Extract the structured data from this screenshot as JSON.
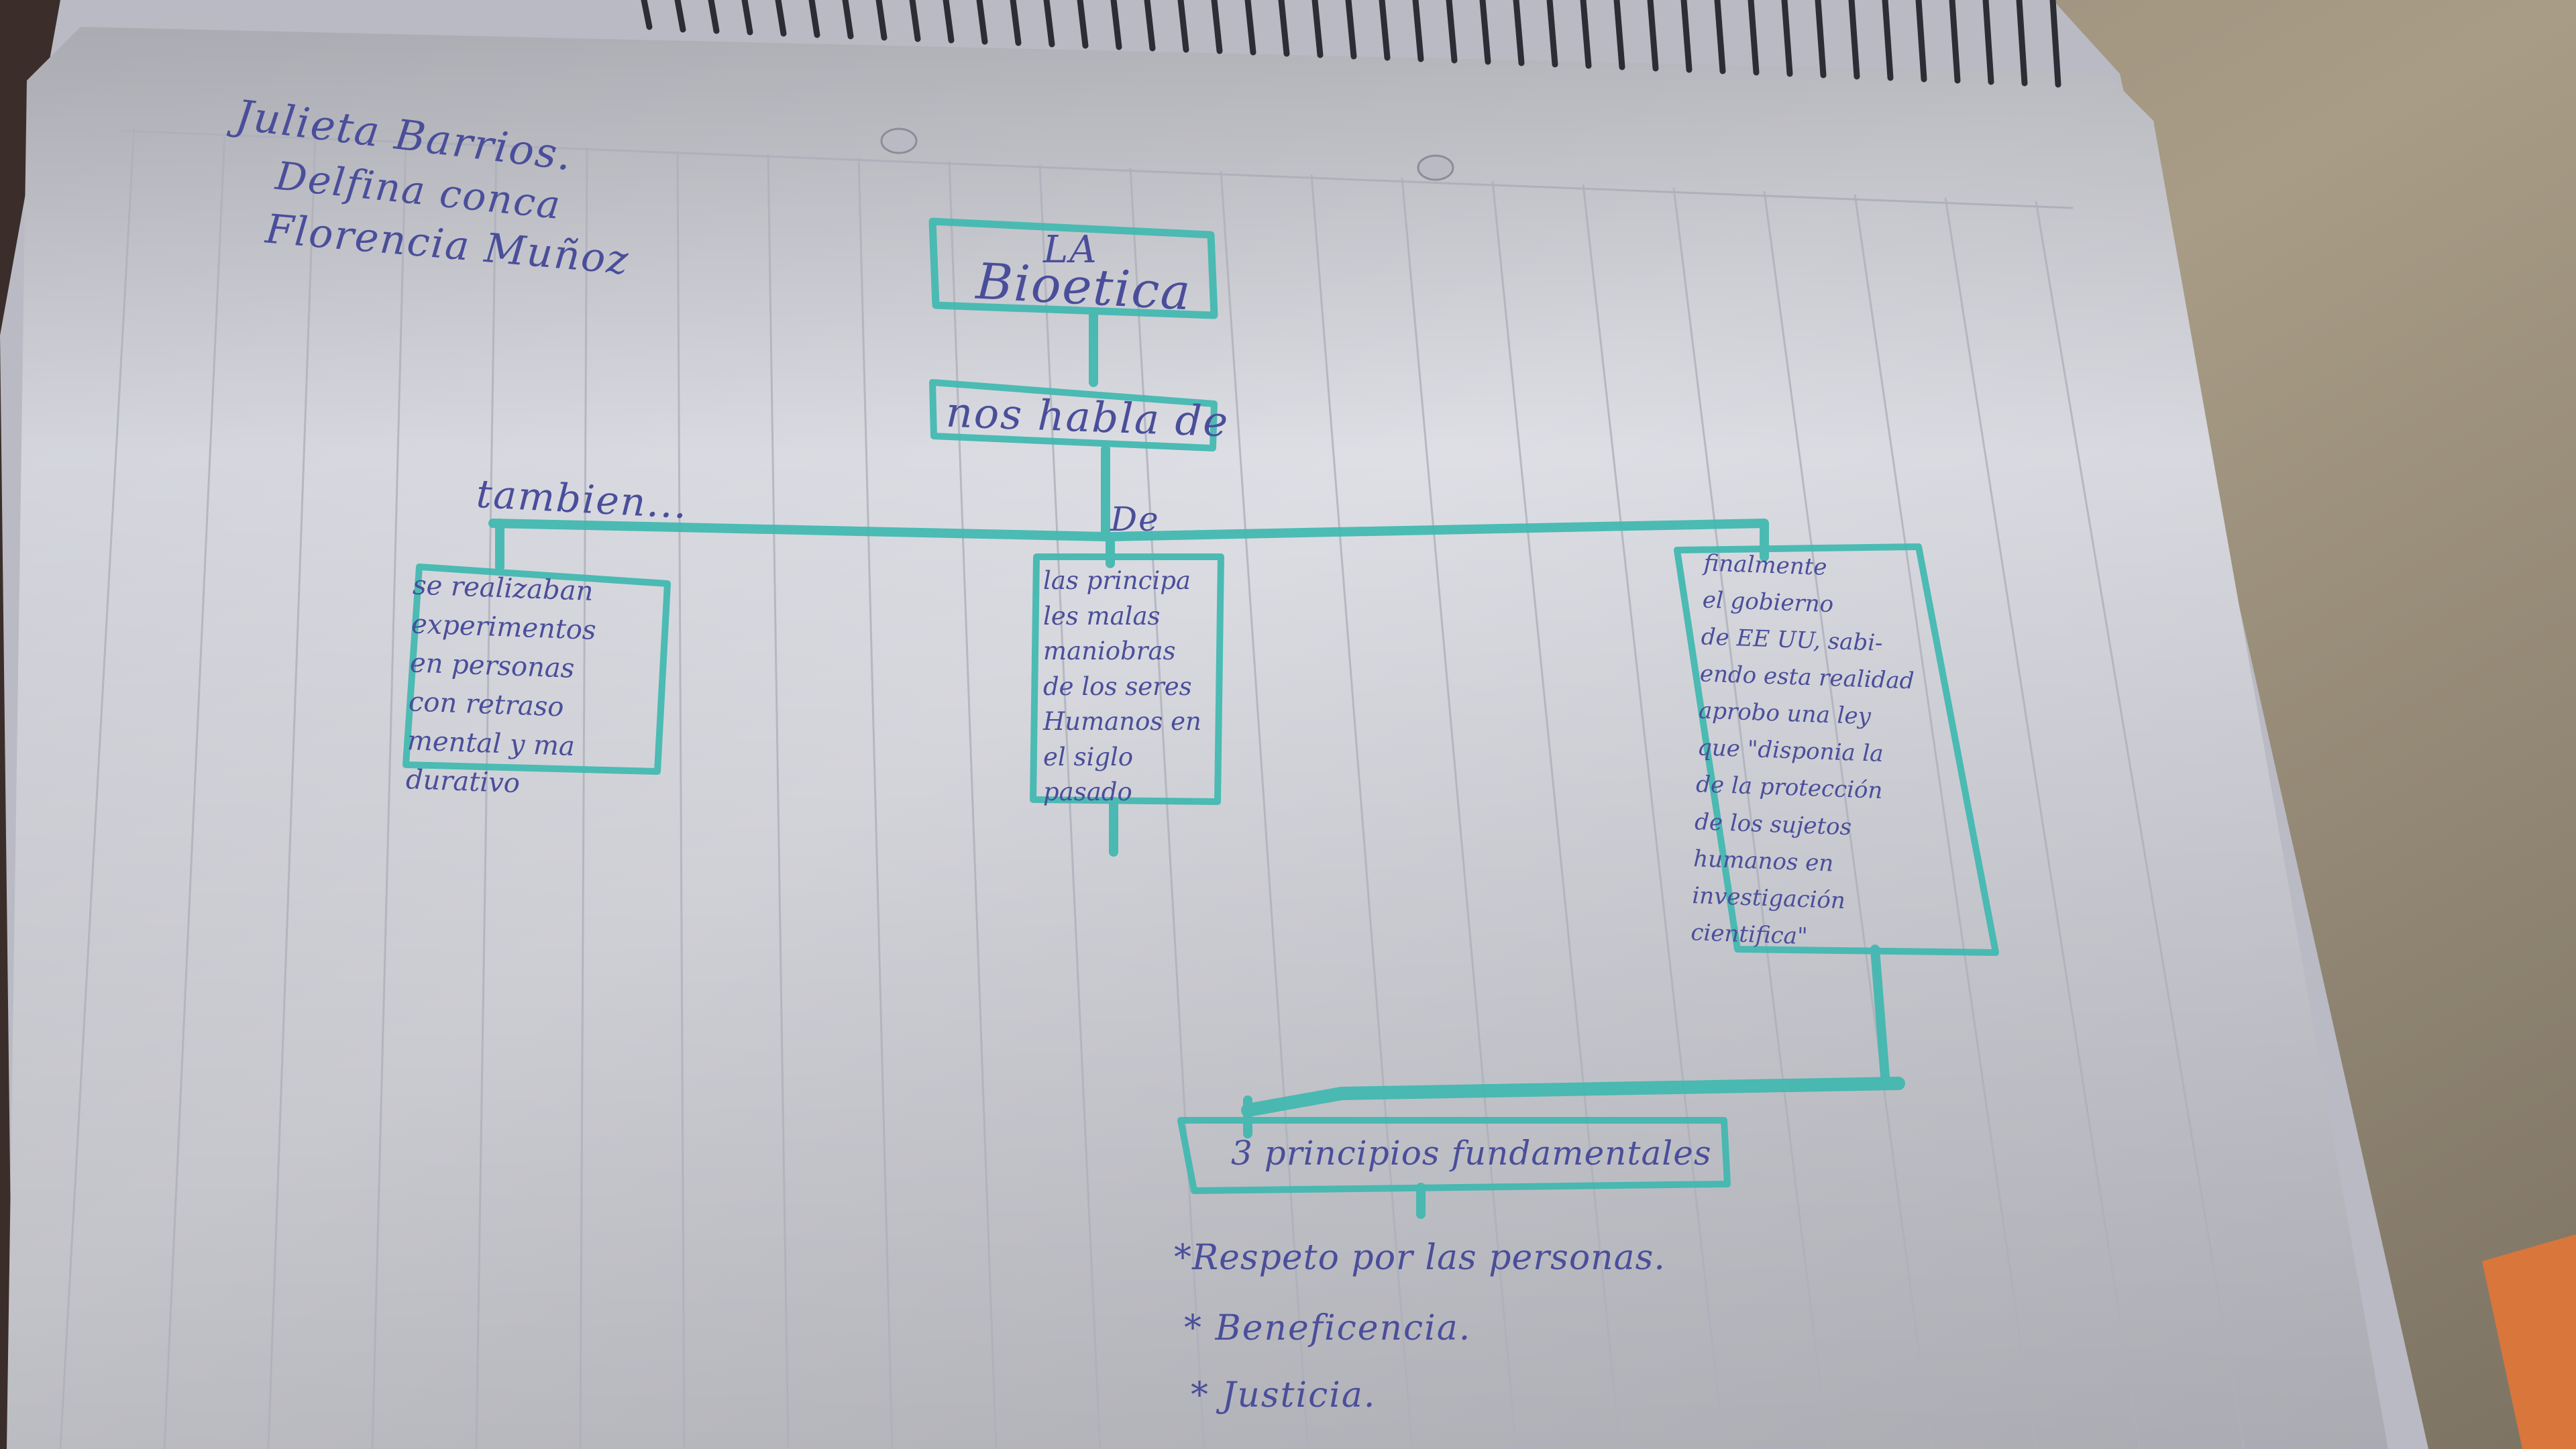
{
  "authors": [
    "Julieta Barrios.",
    "Delfina conca",
    "Florencia Muñoz"
  ],
  "title": {
    "line1": "LA",
    "line2": "Bioetica"
  },
  "subtitle": "nos habla de",
  "connectors": {
    "left": "tambien...",
    "middle": "De"
  },
  "boxes": {
    "left": "se realizaban\nexperimentos\nen personas\ncon retraso\nmental y ma\ndurativo",
    "middle": "las principa\nles malas\nmaniobras\nde los seres\nHumanos en\nel siglo\npasado",
    "right": "finalmente\nel gobierno\nde EE UU, sabi-\nendo esta realidad\naprobo una ley\nque \"disponia la\nde la protección\nde los sujetos\nhumanos en\ninvestigación\ncientifica\""
  },
  "principles_title": "3 principios fundamentales",
  "principles": [
    "*Respeto por las personas.",
    "* Beneficencia.",
    "* Justicia."
  ],
  "colors": {
    "ink": "#4a4e9a",
    "marker": "#3fb8b0",
    "paper": "#d8d8de",
    "background": "#5e574d"
  }
}
